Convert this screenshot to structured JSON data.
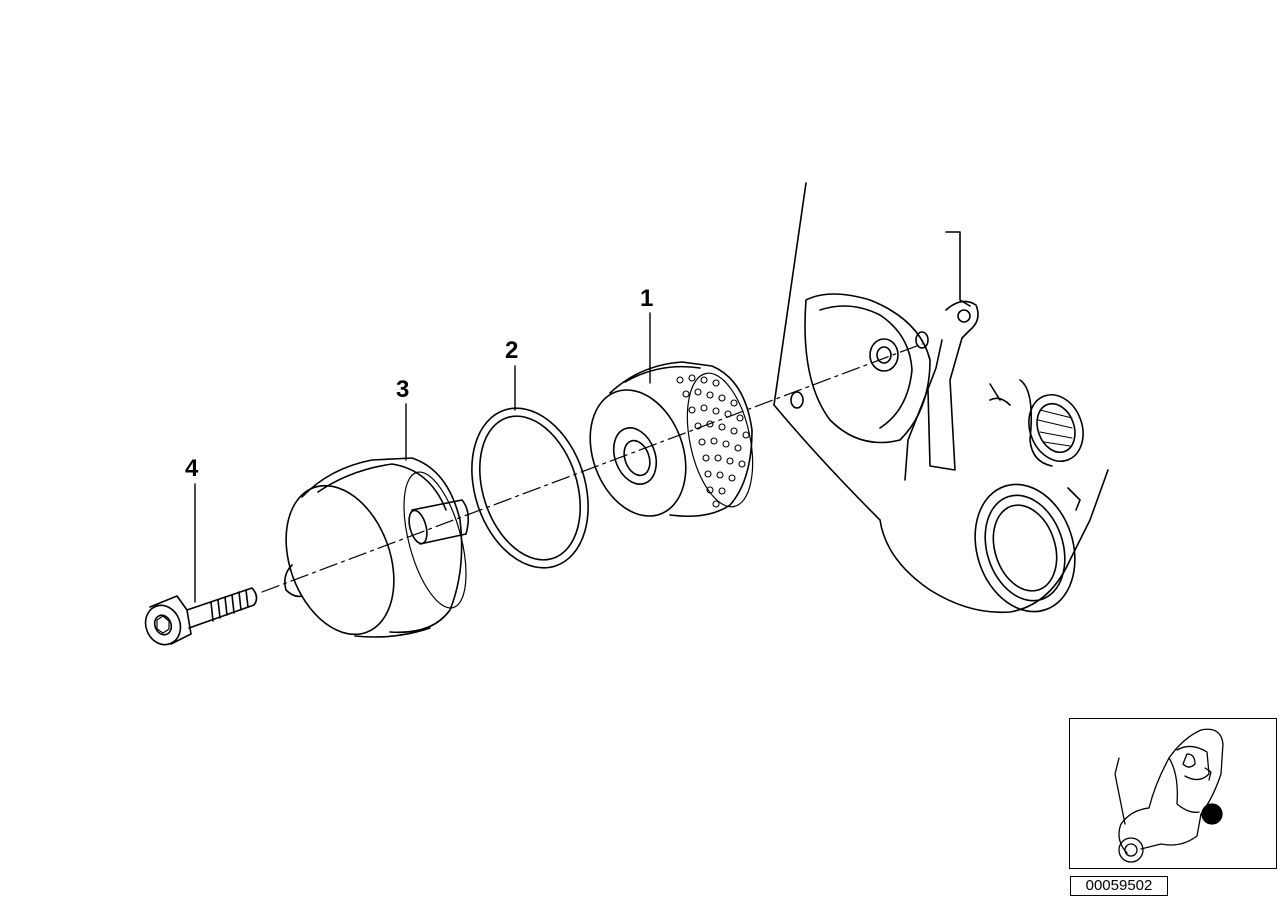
{
  "callouts": {
    "part_1": "1",
    "part_2": "2",
    "part_3": "3",
    "part_4": "4"
  },
  "reference_number": "00059502",
  "colors": {
    "line": "#000000",
    "background": "#ffffff",
    "thumbnail_marker": "#000000"
  }
}
